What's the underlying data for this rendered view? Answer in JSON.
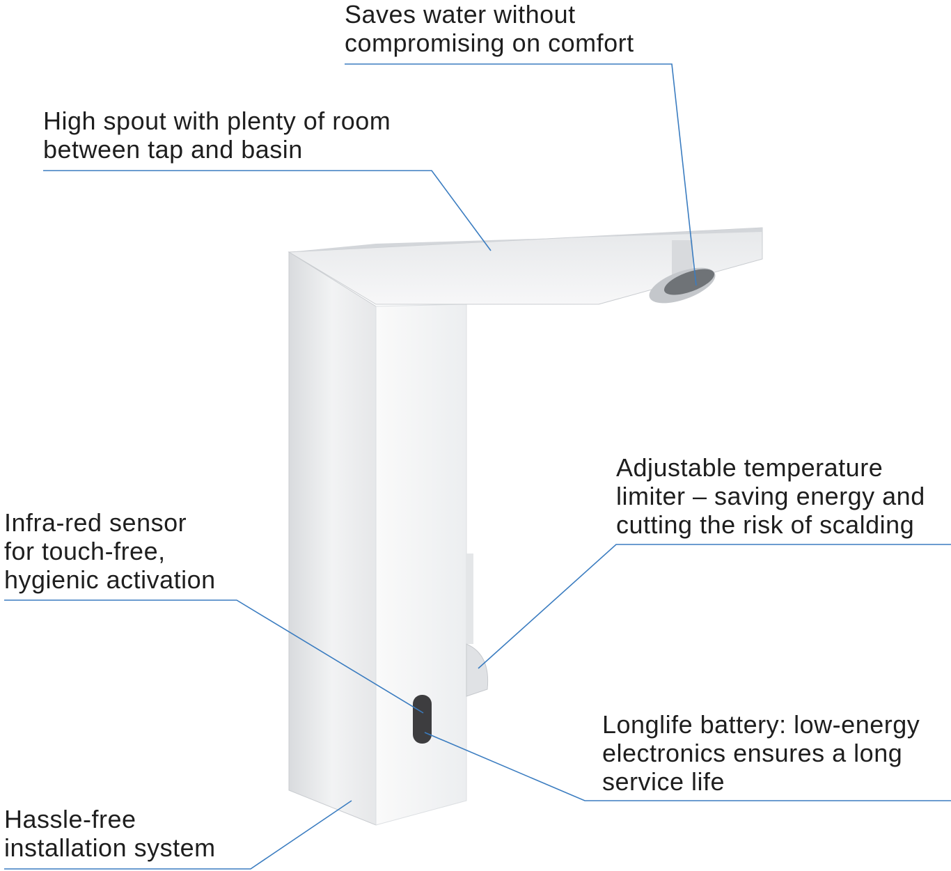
{
  "colors": {
    "callout_line": "#3a7cc0",
    "text": "#1e1e1e"
  },
  "callouts": {
    "water_saving": {
      "lines": [
        "Saves water without",
        "compromising on comfort"
      ]
    },
    "high_spout": {
      "lines": [
        "High spout with plenty of room",
        "between tap and basin"
      ]
    },
    "temperature": {
      "lines": [
        "Adjustable temperature",
        "limiter – saving energy and",
        "cutting the risk of scalding"
      ]
    },
    "sensor": {
      "lines": [
        "Infra-red sensor",
        "for touch-free,",
        "hygienic activation"
      ]
    },
    "battery": {
      "lines": [
        "Longlife battery: low-energy",
        "electronics ensures a long",
        "service life"
      ]
    },
    "installation": {
      "lines": [
        "Hassle-free",
        "installation system"
      ]
    }
  }
}
